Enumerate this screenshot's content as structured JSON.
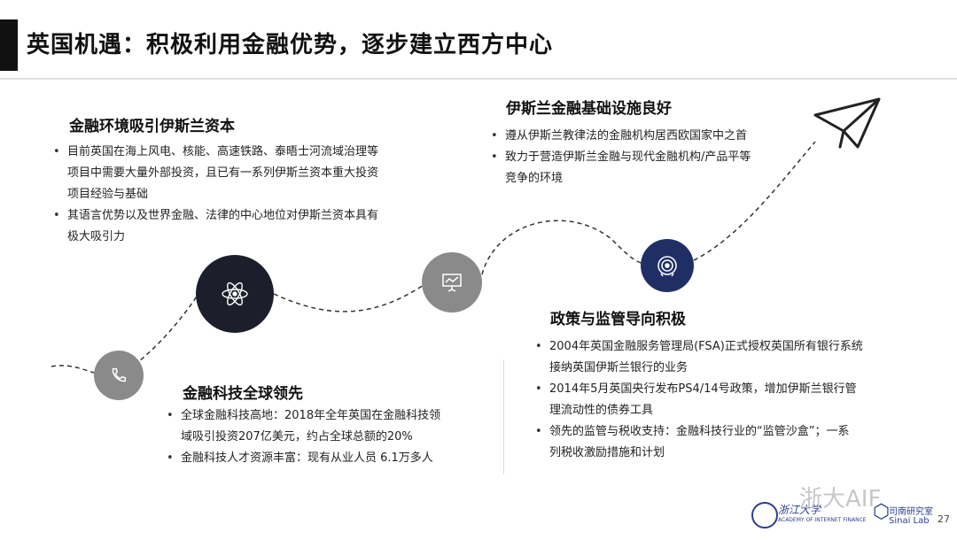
{
  "title": "英国机遇：积极利用金融优势，逐步建立西方中心",
  "sections": {
    "finance_env": {
      "heading": "金融环境吸引伊斯兰资本",
      "bullets": [
        "目前英国在海上风电、核能、高速铁路、泰晤士河流域治理等",
        "项目中需要大量外部投资，且已有一系列伊斯兰资本重大投资",
        "项目经验与基础",
        "其语言优势以及世界金融、法律的中心地位对伊斯兰资本具有",
        "极大吸引力"
      ]
    },
    "infrastructure": {
      "heading": "伊斯兰金融基础设施良好",
      "bullets": [
        "遵从伊斯兰教律法的金融机构居西欧国家中之首",
        "致力于营造伊斯兰金融与现代金融机构/产品平等",
        "竞争的环境"
      ]
    },
    "fintech": {
      "heading": "金融科技全球领先",
      "bullets": [
        "全球金融科技高地：2018年全年英国在金融科技领",
        "域吸引投资207亿美元，约占全球总额的20%",
        "金融科技人才资源丰富：现有从业人员 6.1万多人"
      ]
    },
    "policy": {
      "heading": "政策与监管导向积极",
      "bullets": [
        "2004年英国金融服务管理局(FSA)正式授权英国所有银行系统",
        "接纳英国伊斯兰银行的业务",
        "2014年5月英国央行发布PS4/14号政策，增加伊斯兰银行管",
        "理流动性的债券工具",
        "领先的监管与税收支持：金融科技行业的“监管沙盒”；一系",
        "列税收激励措施和计划"
      ]
    }
  },
  "icons": [
    "phone-icon",
    "atom-icon",
    "presentation-board-icon",
    "target-icon",
    "paper-plane-icon"
  ],
  "colors": {
    "dark_navy": "#1c1f2b",
    "navy": "#1f2f66",
    "gray": "#8a8a8a",
    "title_bar": "#111111"
  },
  "footer": {
    "watermark": "浙大AIF",
    "university": "浙江大学",
    "academy": "ACADEMY OF INTERNET FINANCE",
    "lab_name": "司南研究室",
    "lab_en": "Sinai Lab",
    "page_number": "27"
  }
}
